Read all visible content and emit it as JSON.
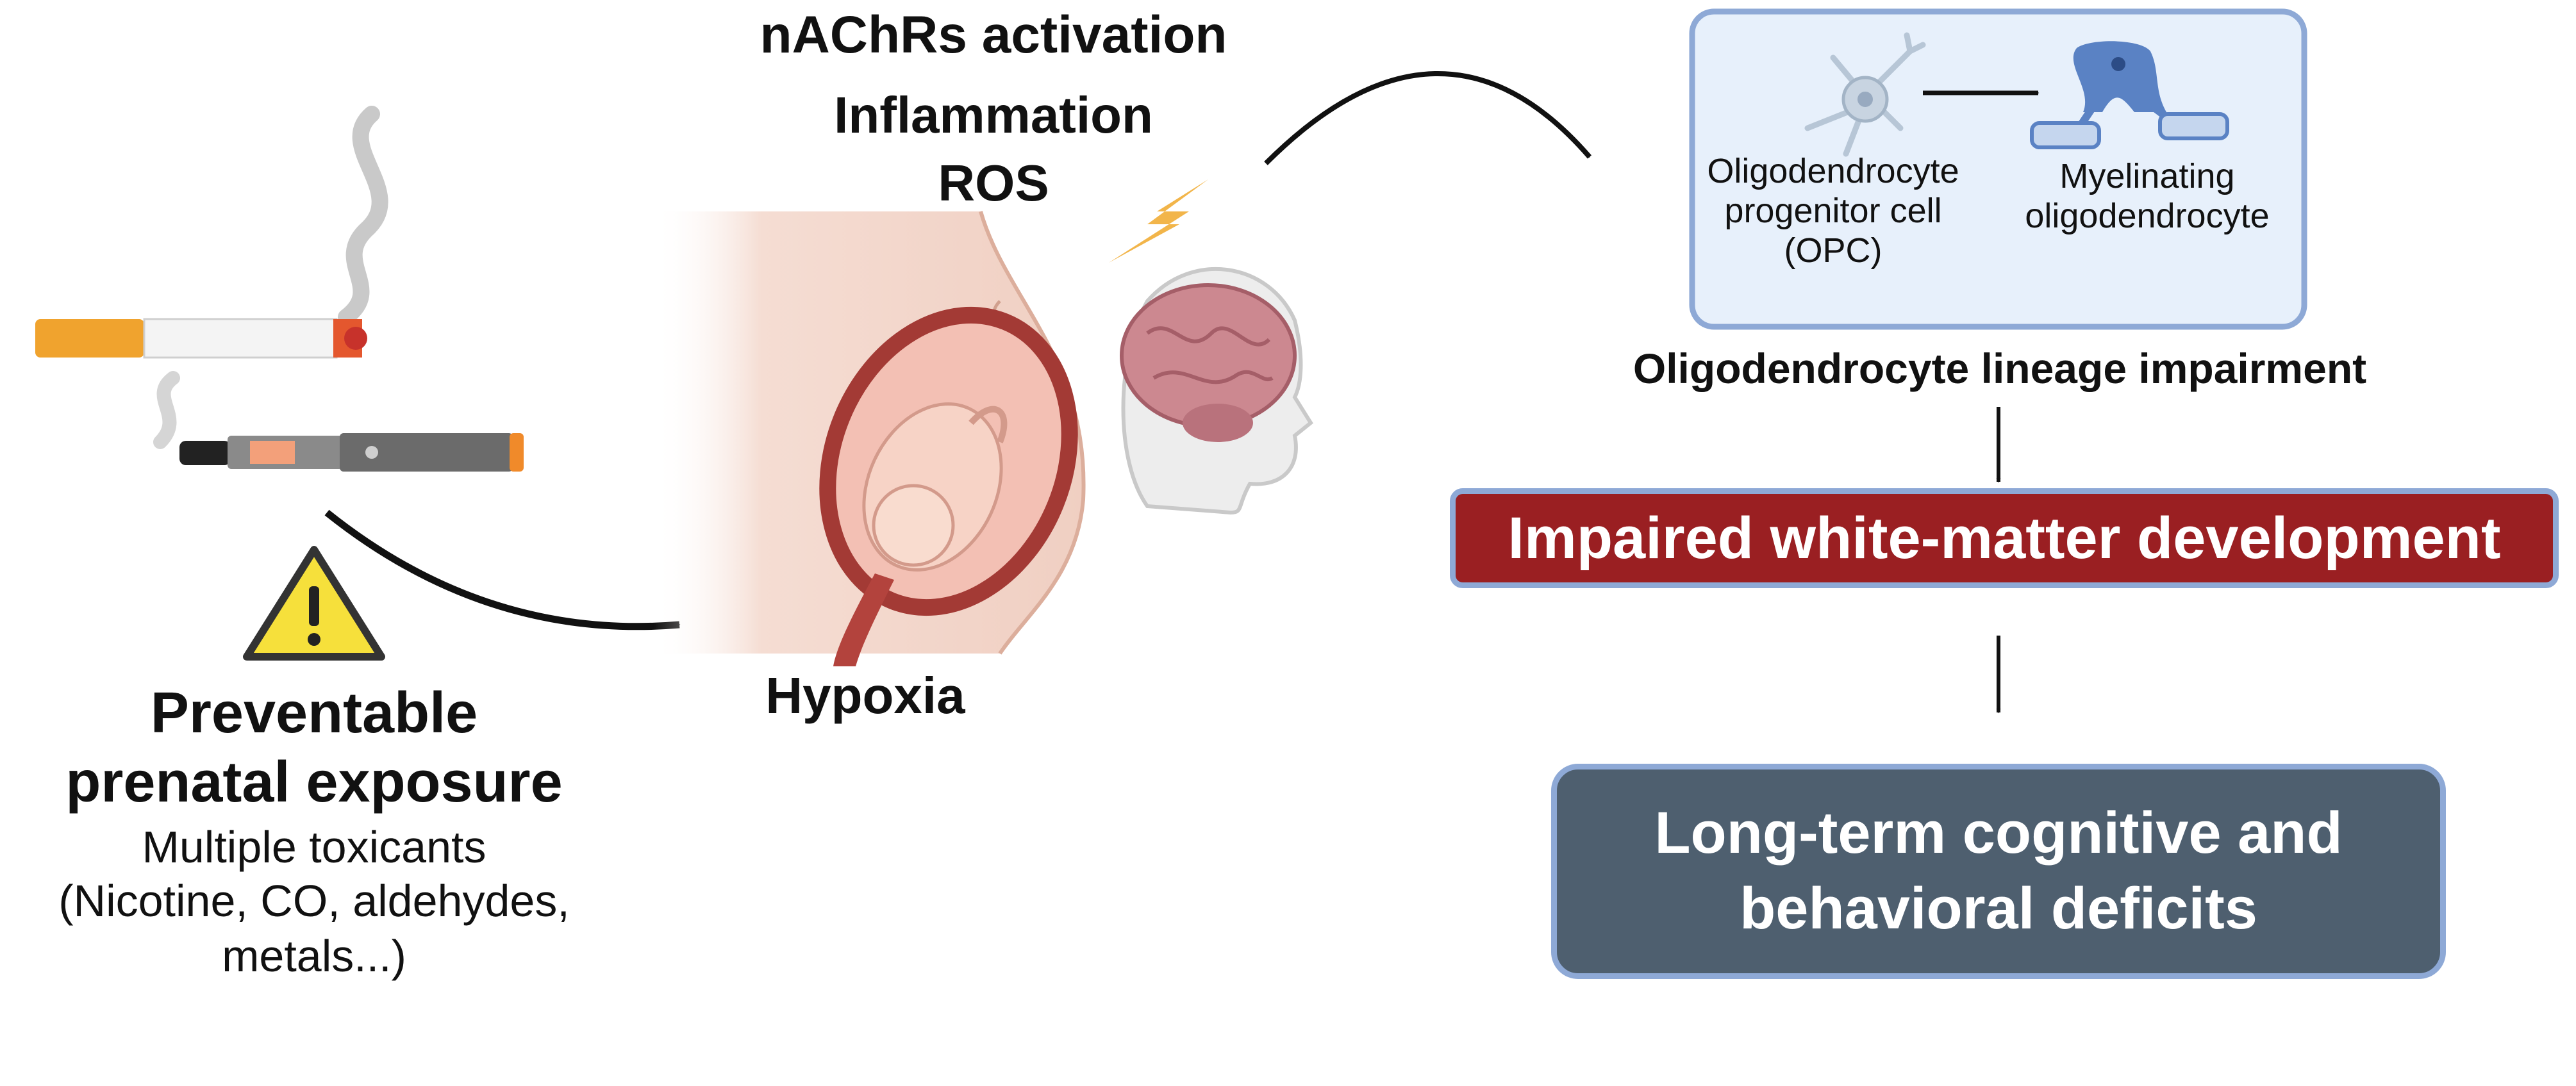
{
  "mechanisms": {
    "nachrs": "nAChRs activation",
    "inflammation": "Inflammation",
    "ros": "ROS",
    "hypoxia": "Hypoxia"
  },
  "exposure": {
    "title_line1": "Preventable",
    "title_line2": "prenatal exposure",
    "subtitle": "Multiple toxicants",
    "toxicants_line1": "(Nicotine, CO, aldehydes,",
    "toxicants_line2": "metals...)"
  },
  "cells": {
    "opc_line1": "Oligodendrocyte",
    "opc_line2": "progenitor cell",
    "opc_line3": "(OPC)",
    "myelinating_line1": "Myelinating",
    "myelinating_line2": "oligodendrocyte"
  },
  "outcomes": {
    "lineage": "Oligodendrocyte lineage impairment",
    "white_matter": "Impaired white-matter development",
    "long_term_line1": "Long-term cognitive and",
    "long_term_line2": "behavioral deficits"
  },
  "icons": [
    "cigarette-icon",
    "smoke-icon",
    "e-cigarette-icon",
    "warning-icon",
    "pregnant-woman-icon",
    "fetus-icon",
    "lightning-icon",
    "brain-icon",
    "infant-head-icon",
    "opc-cell-icon",
    "oligodendrocyte-icon",
    "arrow-icon"
  ],
  "colors": {
    "white_matter_box": "#9a1f22",
    "long_term_box": "#4e5f6f",
    "box_border": "#8ea9d6",
    "cell_panel": "#e7f0fb",
    "warning_yellow": "#f6e03b",
    "lightning": "#f2b54a",
    "brain": "#cc8890"
  }
}
